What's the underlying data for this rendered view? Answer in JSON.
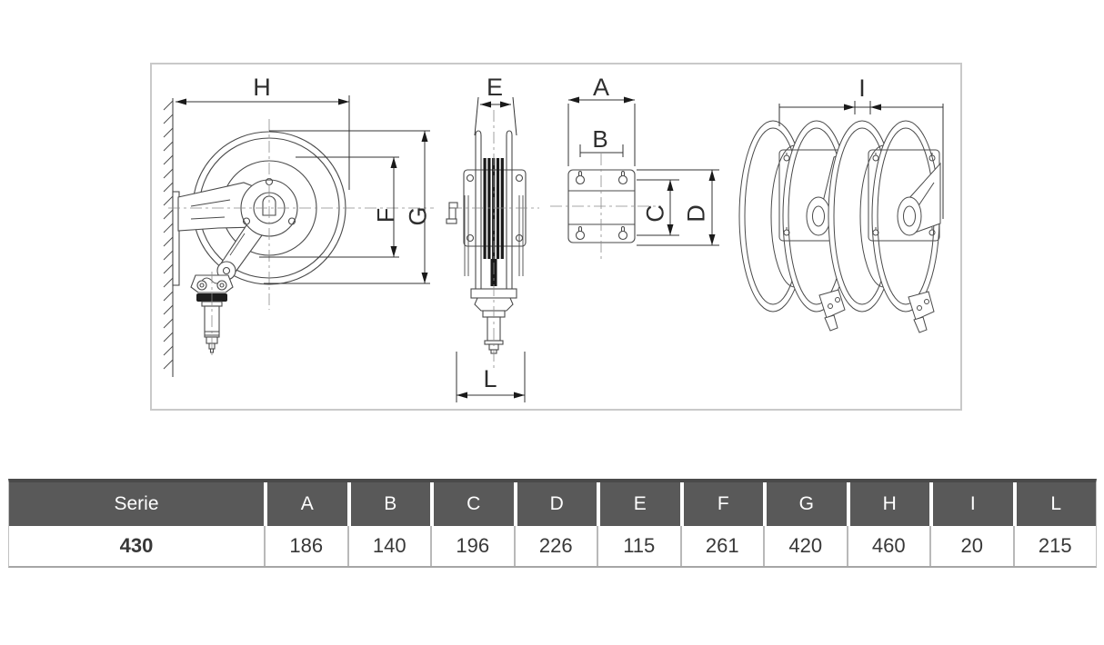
{
  "drawing": {
    "description": "hose reel technical drawing, four views with dimension callouts",
    "frame_border_color": "#c9c9c9",
    "line_color": "#4a4a4a",
    "dims": {
      "H": "H",
      "G": "G",
      "F": "F",
      "E": "E",
      "L": "L",
      "A": "A",
      "B": "B",
      "C": "C",
      "D": "D",
      "I": "I"
    }
  },
  "table": {
    "header_bg": "#595959",
    "header_text_color": "#ffffff",
    "columns": [
      "Serie",
      "A",
      "B",
      "C",
      "D",
      "E",
      "F",
      "G",
      "H",
      "I",
      "L"
    ],
    "rows": [
      {
        "serie": "430",
        "values": [
          "186",
          "140",
          "196",
          "226",
          "115",
          "261",
          "420",
          "460",
          "20",
          "215"
        ]
      }
    ]
  }
}
